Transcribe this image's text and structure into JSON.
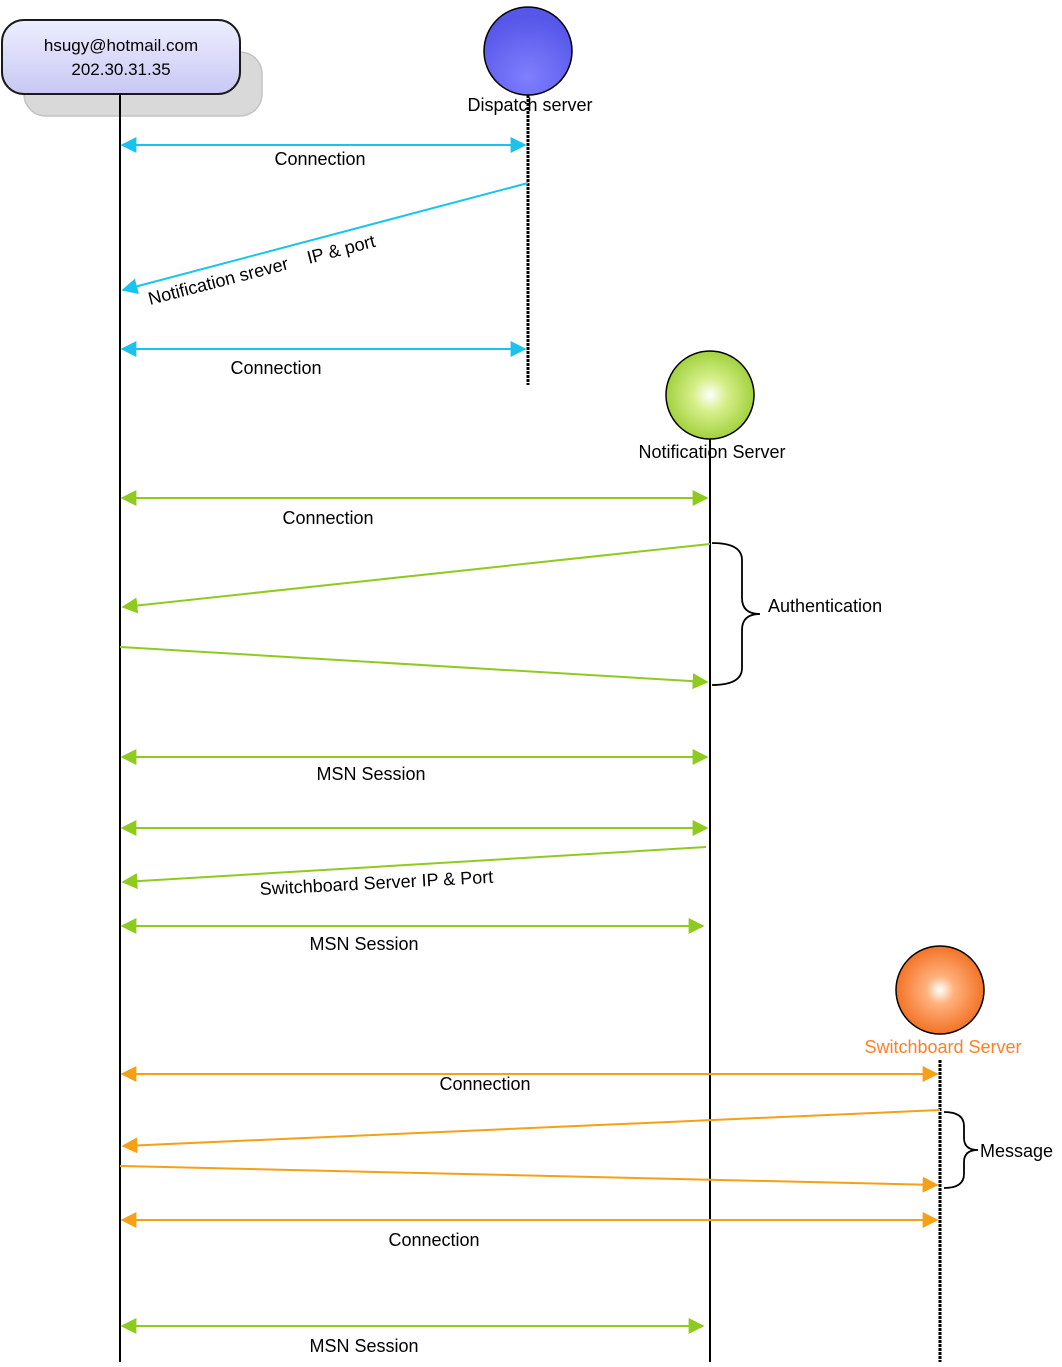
{
  "client": {
    "email": "hsugy@hotmail.com",
    "ip": "202.30.31.35"
  },
  "servers": {
    "dispatch": {
      "label": "Dispatch server",
      "color": "#6b6bf0"
    },
    "notification": {
      "label": "Notification Server",
      "color": "#9acd32"
    },
    "switchboard": {
      "label": "Switchboard Server",
      "color": "#ff7f27"
    }
  },
  "colors": {
    "dispatch_arrows": "#19c3ee",
    "notification_arrows": "#8fca1f",
    "switchboard_arrows": "#f5a015"
  },
  "messages": {
    "dispatch_connection_1": "Connection",
    "dispatch_notification_ip": "Notification srever    IP & port",
    "dispatch_connection_2": "Connection",
    "ns_connection": "Connection",
    "authentication": "Authentication",
    "msn_session_1": "MSN Session",
    "switchboard_ip_port": "Switchboard Server IP & Port",
    "msn_session_2": "MSN Session",
    "sb_connection_1": "Connection",
    "message": "Message",
    "sb_connection_2": "Connection",
    "msn_session_3": "MSN Session"
  }
}
